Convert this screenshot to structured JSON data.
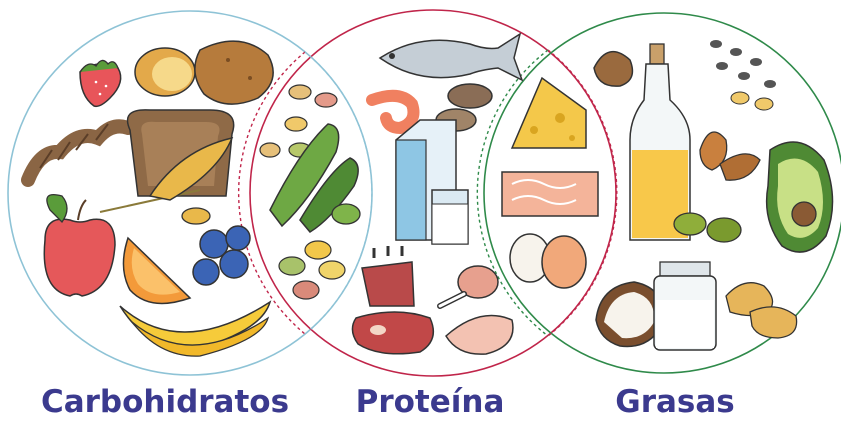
{
  "labels": {
    "carbs": "Carbohidratos",
    "protein": "Proteína",
    "fats": "Grasas"
  },
  "colors": {
    "carbs_circle": "#8ec3d6",
    "protein_circle": "#c0254a",
    "fats_circle": "#2f8a4a",
    "label_text": "#3b3a8e"
  },
  "groups": {
    "carbs": [
      "strawberry",
      "sweet-potato",
      "potato",
      "fusilli-pasta",
      "bread-slice",
      "wheat-ear",
      "apple",
      "orange-slice",
      "blueberries",
      "bananas"
    ],
    "shared_carbs_protein": [
      "beans",
      "edamame-pods",
      "chickpeas"
    ],
    "protein": [
      "fish",
      "shrimp",
      "mussels",
      "milk-carton",
      "milk-glass",
      "lamb-chops",
      "chicken-drumstick",
      "beef-steak",
      "chicken-breast"
    ],
    "shared_protein_fats": [
      "cheese",
      "salmon-fillet",
      "eggs"
    ],
    "fats": [
      "hazelnut",
      "oil-bottle",
      "seeds",
      "almonds",
      "avocado",
      "olives",
      "coconut",
      "milk-jar",
      "peanuts"
    ]
  }
}
